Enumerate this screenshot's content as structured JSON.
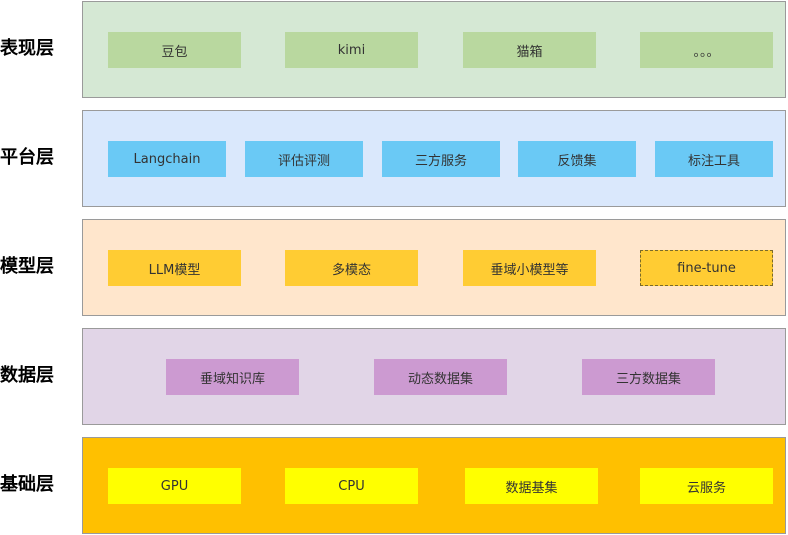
{
  "layers": [
    {
      "label": "表现层",
      "items": [
        "豆包",
        "kimi",
        "猫箱",
        "。。。"
      ]
    },
    {
      "label": "平台层",
      "items": [
        "Langchain",
        "评估评测",
        "三方服务",
        "反馈集",
        "标注工具"
      ]
    },
    {
      "label": "模型层",
      "items": [
        "LLM模型",
        "多模态",
        "垂域小模型等",
        "fine-tune"
      ]
    },
    {
      "label": "数据层",
      "items": [
        "垂域知识库",
        "动态数据集",
        "三方数据集"
      ]
    },
    {
      "label": "基础层",
      "items": [
        "GPU",
        "CPU",
        "数据基集",
        "云服务"
      ]
    }
  ],
  "colors": {
    "presentation_band": "#d5e8d4",
    "presentation_box": "#b9d89f",
    "platform_band": "#dae8fc",
    "platform_box": "#6ac9f5",
    "model_band": "#ffe6cc",
    "model_box": "#ffcc33",
    "data_band": "#e1d5e7",
    "data_box": "#cc9ad1",
    "infra_band": "#ffc000",
    "infra_box": "#ffff00"
  }
}
